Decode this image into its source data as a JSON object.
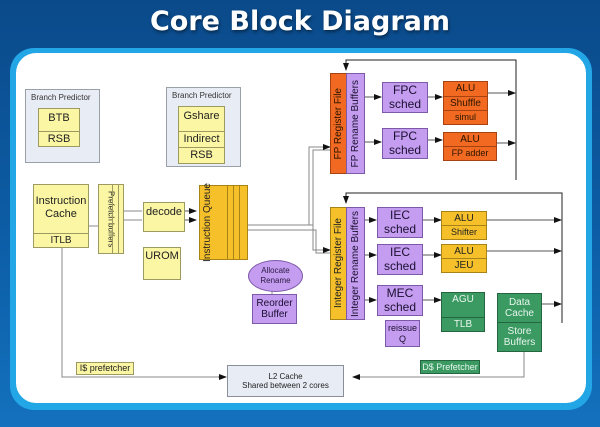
{
  "title": "Core Block Diagram",
  "branch_predictor_1": {
    "label": "Branch Predictor",
    "entries": [
      "BTB",
      "RSB"
    ]
  },
  "branch_predictor_2": {
    "label": "Branch Predictor",
    "entries": [
      "Gshare",
      "Indirect",
      "RSB"
    ]
  },
  "front_end": {
    "instruction_cache": "Instruction Cache",
    "itlb": "ITLB",
    "prefetch_buffers": "Prefetch buffers",
    "decode": "decode",
    "urom": "UROM",
    "instruction_queue": "Instruction Queue",
    "allocate_rename": "Allocate Rename",
    "reorder_buffer": "Reorder Buffer"
  },
  "fp_cluster": {
    "register_file": "FP Register File",
    "rename_buffers": "FP Rename Buffers",
    "schedulers": [
      {
        "label": "FPC sched",
        "units": [
          "ALU",
          "Shuffle",
          "simul"
        ]
      },
      {
        "label": "FPC sched",
        "units": [
          "ALU",
          "FP adder"
        ]
      }
    ]
  },
  "int_cluster": {
    "register_file": "Integer Register File",
    "rename_buffers": "Integer Rename Buffers",
    "schedulers": [
      {
        "label": "IEC sched",
        "units": [
          "ALU",
          "Shifter"
        ]
      },
      {
        "label": "IEC sched",
        "units": [
          "ALU",
          "JEU"
        ]
      }
    ],
    "mem_scheduler": "MEC sched",
    "reissue_queue": "reissue Q",
    "agu": "AGU",
    "tlb": "TLB",
    "data_cache": "Data Cache",
    "store_buffers": "Store Buffers"
  },
  "memory": {
    "i_prefetcher": "I$ prefetcher",
    "d_prefetcher": "D$ Prefetcher",
    "l2_cache_title": "L2 Cache",
    "l2_cache_subtitle": "Shared between 2 cores"
  },
  "colors": {
    "frontend_yellow": "#fbf6a3",
    "queue_orange": "#f5c02a",
    "fp_red_orange": "#f26a21",
    "scheduler_purple": "#c49cf0",
    "memory_green": "#3a9a62",
    "background_blue": "#0c5da6"
  }
}
